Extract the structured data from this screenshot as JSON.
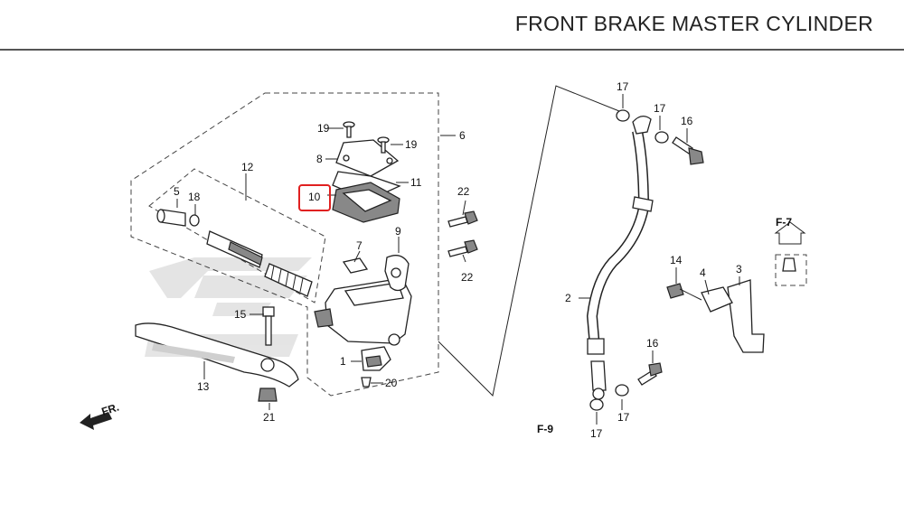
{
  "title": "FRONT BRAKE MASTER CYLINDER",
  "labels": {
    "p1": "1",
    "p2": "2",
    "p3": "3",
    "p4": "4",
    "p5": "5",
    "p6": "6",
    "p7": "7",
    "p8": "8",
    "p9": "9",
    "p10": "10",
    "p11": "11",
    "p12": "12",
    "p13": "13",
    "p14": "14",
    "p15": "15",
    "p16a": "16",
    "p16b": "16",
    "p17a": "17",
    "p17b": "17",
    "p17c": "17",
    "p17d": "17",
    "p18": "18",
    "p19a": "19",
    "p19b": "19",
    "p20": "20",
    "p21": "21",
    "p22a": "22",
    "p22b": "22"
  },
  "refs": {
    "f7": "F-7",
    "f9": "F-9",
    "fr": "FR."
  },
  "highlight": {
    "part": "10",
    "color": "#e02020"
  }
}
